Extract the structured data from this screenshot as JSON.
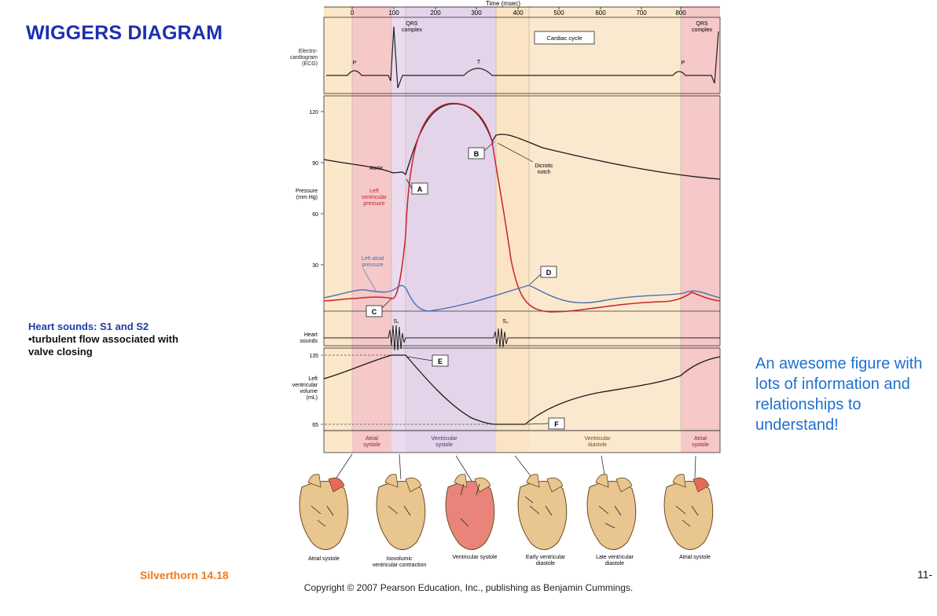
{
  "slide": {
    "title": "WIGGERS DIAGRAM",
    "heart_sounds_title": "Heart sounds: S1 and S2",
    "heart_sounds_body": "•turbulent flow associated with valve closing",
    "annotation": "An awesome figure with lots of information and relationships to understand!",
    "credit": "Silverthorn 14.18",
    "copyright": "Copyright © 2007 Pearson Education, Inc., publishing as Benjamin Cummings.",
    "page_number": "11-"
  },
  "figure": {
    "time_axis_label": "Time (msec)",
    "time_ticks": [
      "0",
      "100",
      "200",
      "300",
      "400",
      "500",
      "600",
      "700",
      "800"
    ],
    "ecg": {
      "label": "Electro-cardiogram (ECG)",
      "label_lines": [
        "Electro-",
        "cardiogram",
        "(ECG)"
      ],
      "qrs_label_lines": [
        "QRS",
        "complex"
      ],
      "p_label": "P",
      "t_label": "T",
      "cycle_box": "Cardiac cycle"
    },
    "pressure": {
      "axis_label_lines": [
        "Pressure",
        "(mm Hg)"
      ],
      "ticks": [
        "120",
        "90",
        "60",
        "30"
      ],
      "aorta_label": "Aorta",
      "lv_label_lines": [
        "Left",
        "ventricular",
        "pressure"
      ],
      "la_label_lines": [
        "Left atrial",
        "pressure"
      ],
      "notch_label_lines": [
        "Dicrotic",
        "notch"
      ]
    },
    "heart_sounds": {
      "label_lines": [
        "Heart",
        "sounds"
      ],
      "s1": "S₁",
      "s2": "S₂"
    },
    "volume": {
      "axis_label_lines": [
        "Left",
        "ventricular",
        "volume",
        "(mL)"
      ],
      "ticks": [
        "135",
        "65"
      ]
    },
    "markers": [
      "A",
      "B",
      "C",
      "D",
      "E",
      "F"
    ],
    "phases": [
      {
        "lines": [
          "Atrial",
          "systole"
        ]
      },
      {
        "lines": [
          "Ventricular",
          "systole"
        ]
      },
      {
        "lines": [
          "Ventricular",
          "diastole"
        ]
      },
      {
        "lines": [
          "Atrial",
          "systole"
        ]
      }
    ],
    "heart_captions": [
      [
        "Atrial systole"
      ],
      [
        "Isovolumic",
        "ventricular contraction"
      ],
      [
        "Ventricular systole"
      ],
      [
        "Early ventricular",
        "diastole"
      ],
      [
        "Late ventricular",
        "diastole"
      ],
      [
        "Atrial systole"
      ]
    ]
  },
  "colors": {
    "title_blue": "#1c2fb0",
    "annotation_blue": "#1f6fd0",
    "credit_orange": "#f07a1c",
    "lv_red": "#c8242b",
    "atrial_blue": "#4a6fae",
    "atrial_band": "#f6c8c8",
    "systole_band": "#e4d4ea",
    "diastole_band": "#fbe7c9"
  }
}
